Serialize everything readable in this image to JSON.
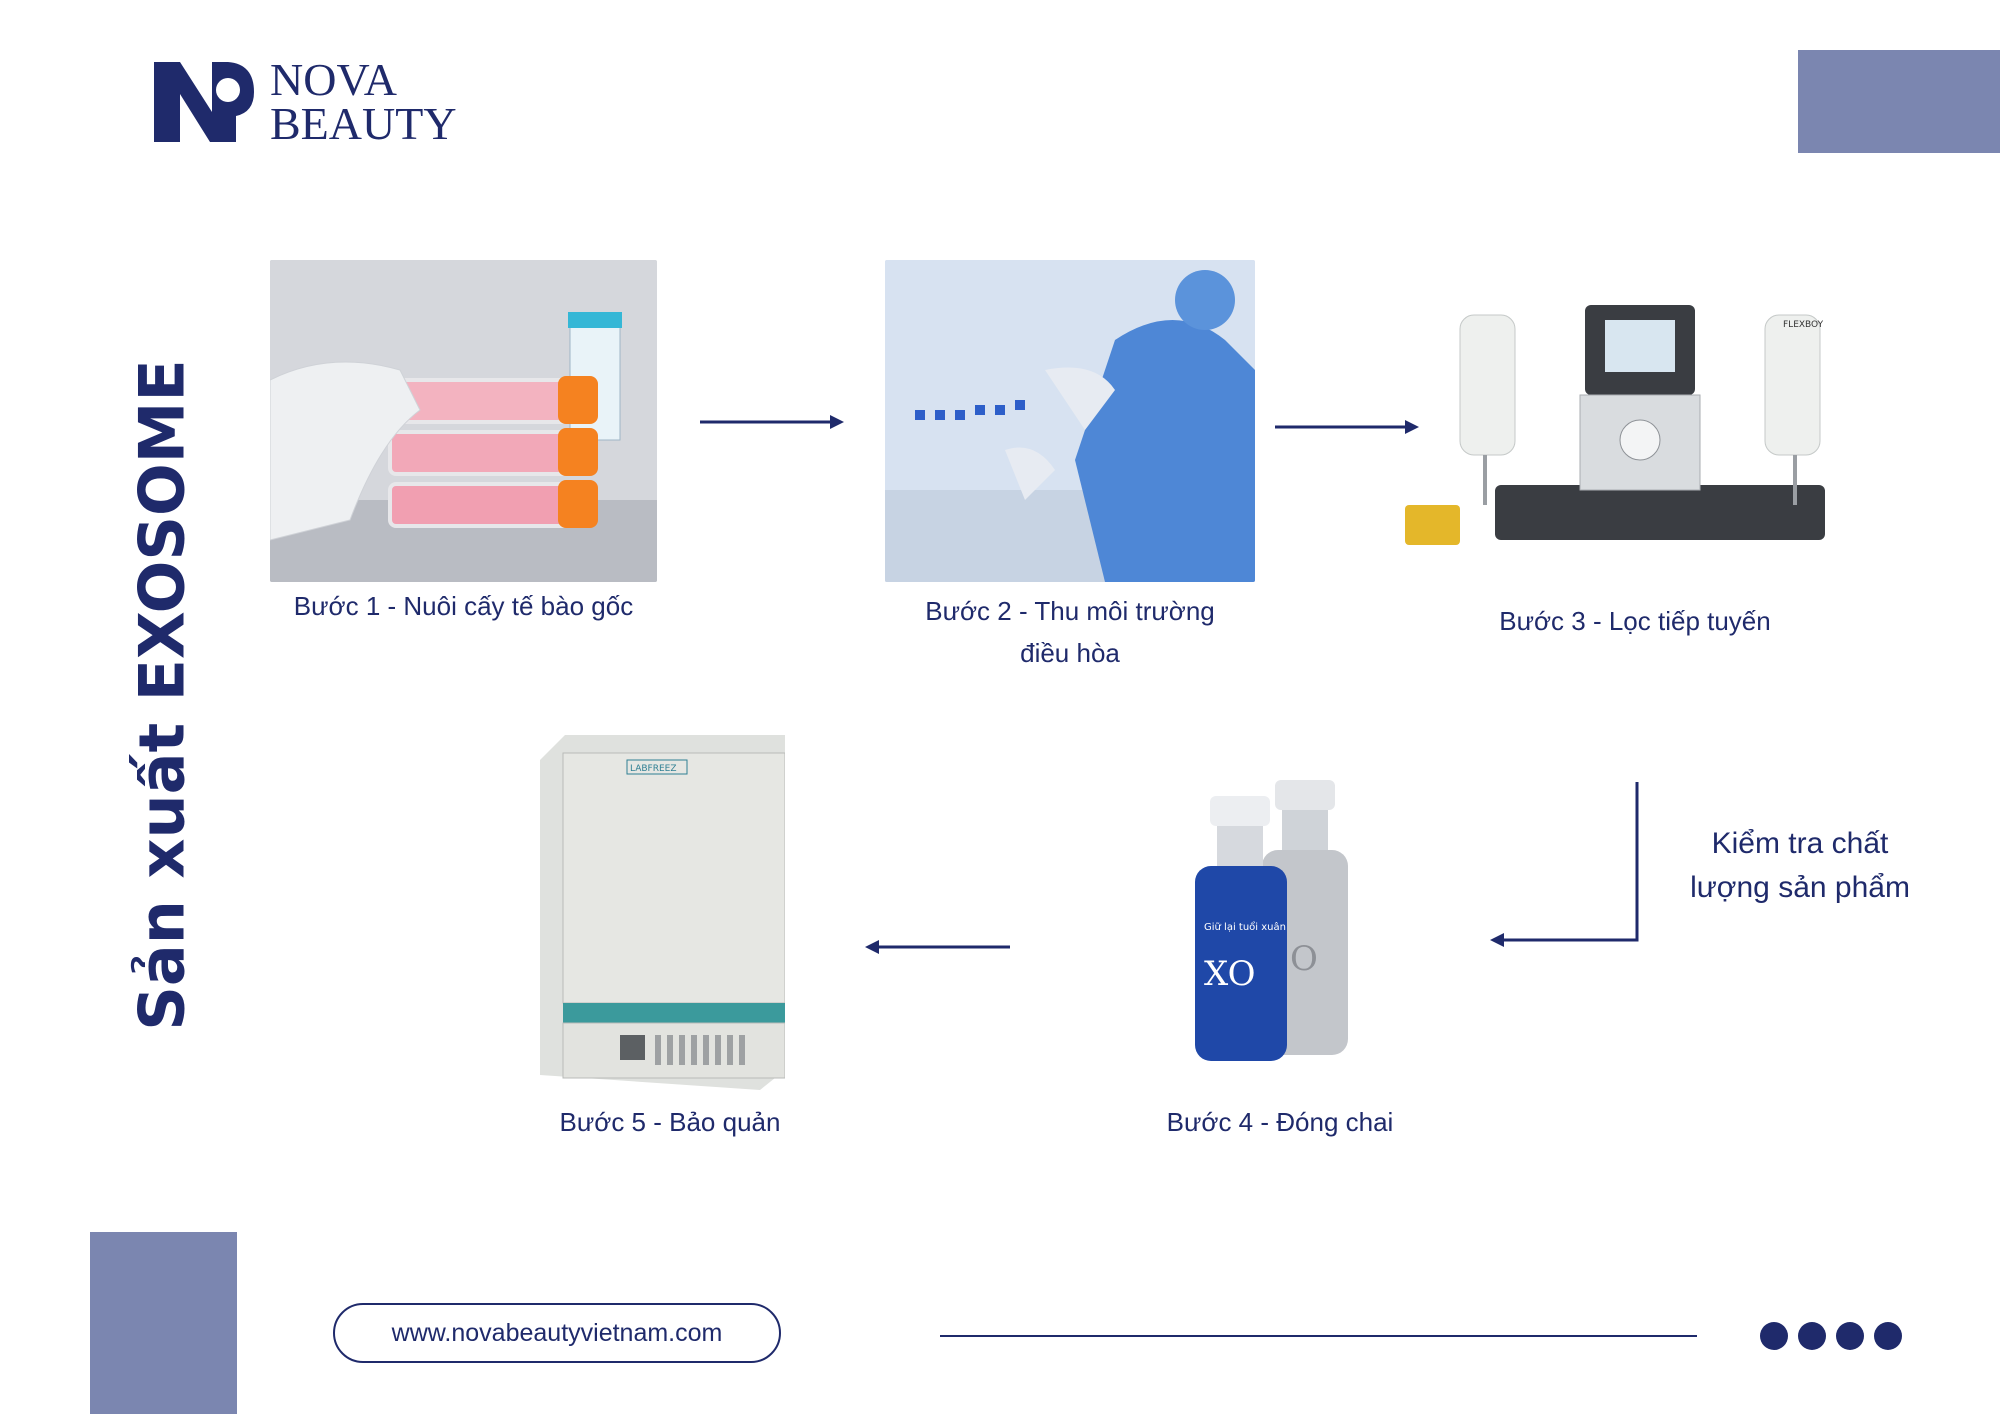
{
  "brand": {
    "line1": "NOVA",
    "line2": "BEAUTY"
  },
  "title": "Sản xuất EXOSOME",
  "steps": {
    "step1": "Bước 1 - Nuôi cấy tế bào gốc",
    "step2_line1": "Bước 2 - Thu môi trường",
    "step2_line2": "điều hòa",
    "step3": "Bước 3 - Lọc tiếp tuyến",
    "step4": "Bước 4 - Đóng chai",
    "step5": "Bước 5 - Bảo quản"
  },
  "qc_note": {
    "line1": "Kiểm tra chất",
    "line2": "lượng sản phẩm"
  },
  "footer": {
    "url": "www.novabeautyvietnam.com",
    "dots": 4
  },
  "images": {
    "freezer_brand": "LABFREEZ",
    "machine_brand": "FLEXBOY",
    "bottle_text": "Giữ lại tuổi xuân",
    "bottle_logo": "XO"
  },
  "colors": {
    "primary": "#1f2a6b",
    "accent_block": "#7b86b0"
  }
}
